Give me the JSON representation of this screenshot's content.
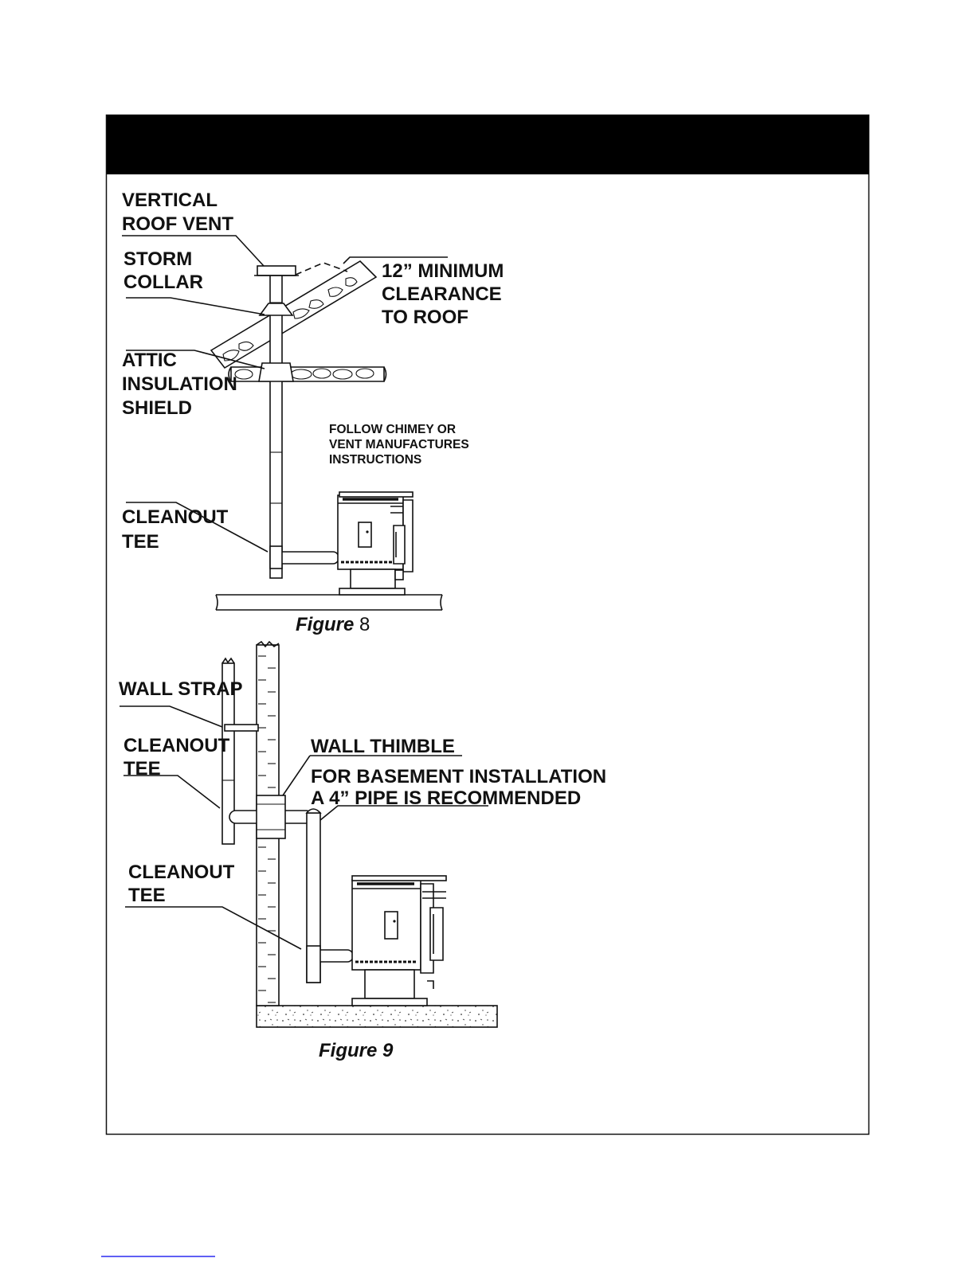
{
  "header": {
    "title": ""
  },
  "figure8": {
    "caption_italic": "Figure",
    "caption_number": " 8",
    "labels": {
      "roof_vent": [
        "VERTICAL",
        "ROOF VENT"
      ],
      "storm_collar": [
        "STORM",
        "COLLAR"
      ],
      "attic_shield": [
        "ATTIC",
        "INSULATION",
        "SHIELD"
      ],
      "clearance": [
        "12” MINIMUM",
        "CLEARANCE",
        "TO ROOF"
      ],
      "follow": [
        "FOLLOW CHIMEY OR",
        "VENT MANUFACTURES",
        "INSTRUCTIONS"
      ],
      "cleanout": [
        "CLEANOUT",
        "TEE"
      ]
    }
  },
  "figure9": {
    "caption": "Figure 9",
    "labels": {
      "wall_strap": [
        "WALL STRAP"
      ],
      "cleanout_upper": [
        "CLEANOUT",
        "TEE"
      ],
      "wall_thimble": [
        "WALL THIMBLE"
      ],
      "basement": [
        "FOR BASEMENT INSTALLATION",
        "A 4” PIPE IS RECOMMENDED"
      ],
      "cleanout_lower": [
        "CLEANOUT",
        "TEE"
      ]
    }
  },
  "colors": {
    "header_bg": "#000000",
    "ink": "#111111",
    "link": "#0000ee"
  }
}
